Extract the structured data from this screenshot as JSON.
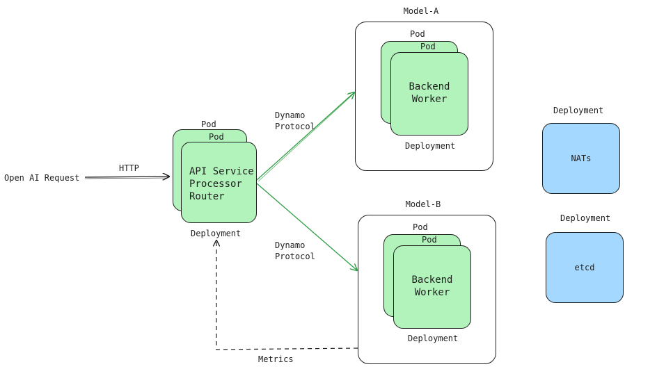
{
  "request": {
    "label": "Open AI Request",
    "protocol": "HTTP"
  },
  "router": {
    "pod_outer": "Pod",
    "pod_inner": "Pod",
    "lines": [
      "API Service",
      "Processor",
      "Router"
    ],
    "caption": "Deployment"
  },
  "links": {
    "to_model_a": [
      "Dynamo",
      "Protocol"
    ],
    "to_model_b": [
      "Dynamo",
      "Protocol"
    ],
    "metrics": "Metrics"
  },
  "model_a": {
    "title": "Model-A",
    "pod_outer": "Pod",
    "pod_inner": "Pod",
    "lines": [
      "Backend",
      "Worker"
    ],
    "caption": "Deployment"
  },
  "model_b": {
    "title": "Model-B",
    "pod_outer": "Pod",
    "pod_inner": "Pod",
    "lines": [
      "Backend",
      "Worker"
    ],
    "caption": "Deployment"
  },
  "nats": {
    "caption": "Deployment",
    "label": "NATs"
  },
  "etcd": {
    "caption": "Deployment",
    "label": "etcd"
  },
  "colors": {
    "pod_fill": "#b2f2bb",
    "infra_fill": "#a5d8ff",
    "stroke": "#1e1e1e",
    "protocol_arrow": "#2f9e44"
  }
}
